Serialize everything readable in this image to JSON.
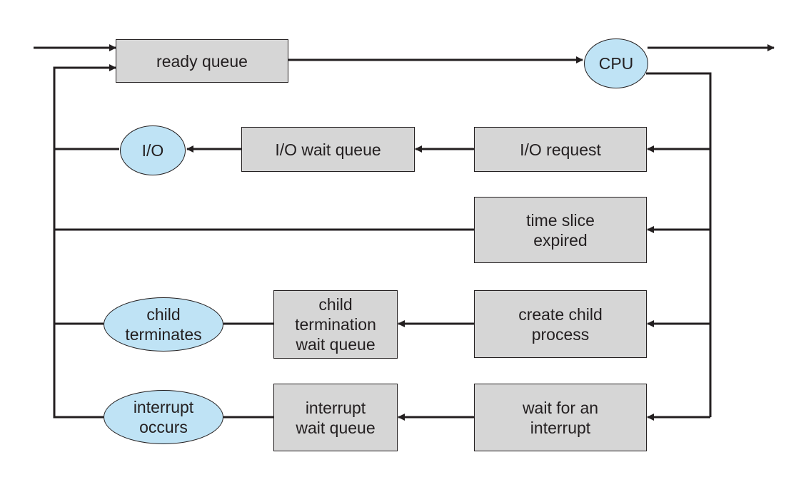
{
  "nodes": {
    "ready_queue": "ready queue",
    "cpu": "CPU",
    "io": "I/O",
    "io_wait_queue": "I/O wait queue",
    "io_request": "I/O request",
    "time_slice_expired": "time slice\nexpired",
    "child_terminates": "child\nterminates",
    "child_termination_wait_queue": "child\ntermination\nwait queue",
    "create_child_process": "create child\nprocess",
    "interrupt_occurs": "interrupt\noccurs",
    "interrupt_wait_queue": "interrupt\nwait queue",
    "wait_for_interrupt": "wait for an\ninterrupt"
  },
  "colors": {
    "queue_fill": "#d6d6d6",
    "event_fill": "#bfe3f5",
    "stroke": "#231f20"
  }
}
